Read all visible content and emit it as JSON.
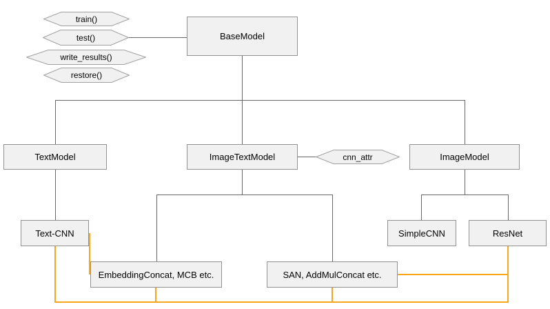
{
  "methods": [
    {
      "label": "train()"
    },
    {
      "label": "test()"
    },
    {
      "label": "write_results()"
    },
    {
      "label": "restore()"
    }
  ],
  "attributes": [
    {
      "label": "cnn_attr"
    }
  ],
  "nodes": {
    "base_model": {
      "label": "BaseModel"
    },
    "text_model": {
      "label": "TextModel"
    },
    "image_text_model": {
      "label": "ImageTextModel"
    },
    "image_model": {
      "label": "ImageModel"
    },
    "text_cnn": {
      "label": "Text-CNN"
    },
    "simple_cnn": {
      "label": "SimpleCNN"
    },
    "resnet": {
      "label": "ResNet"
    },
    "embedding_concat": {
      "label": "EmbeddingConcat, MCB etc."
    },
    "san": {
      "label": "SAN, AddMulConcat etc."
    }
  },
  "colors": {
    "node_fill": "#f1f1f1",
    "node_border": "#919191",
    "hex_border": "#a0a0a0",
    "edge_gray": "#666666",
    "edge_orange": "#faa61a",
    "background": "#ffffff"
  }
}
